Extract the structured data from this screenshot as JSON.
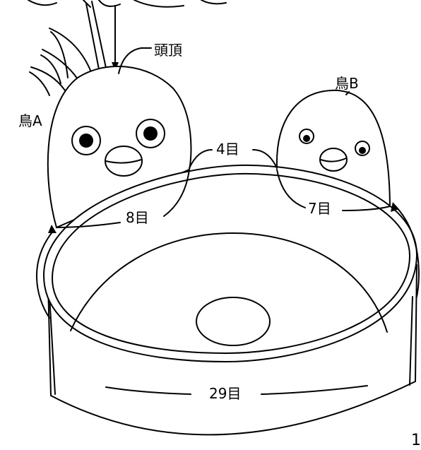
{
  "labels": {
    "head_top": "頭頂",
    "bird_a": "鳥A",
    "bird_b": "鳥B",
    "span_4": "4目",
    "span_8": "8目",
    "span_7": "7目",
    "span_29": "29目",
    "corner_number": "1"
  },
  "colors": {
    "line": "#000000",
    "background": "#ffffff"
  }
}
